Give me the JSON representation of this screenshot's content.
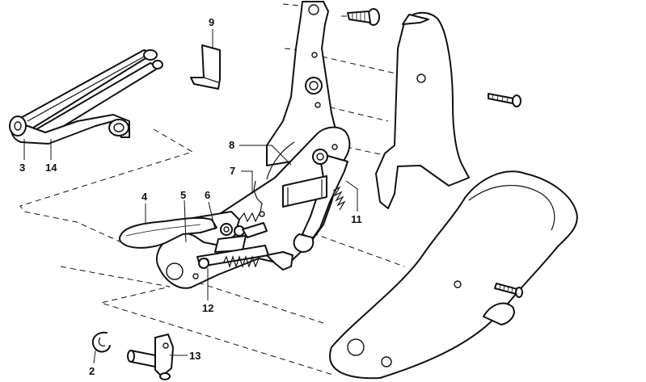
{
  "callouts": [
    {
      "id": "2",
      "label": "2"
    },
    {
      "id": "3",
      "label": "3"
    },
    {
      "id": "4",
      "label": "4"
    },
    {
      "id": "5",
      "label": "5"
    },
    {
      "id": "6",
      "label": "6"
    },
    {
      "id": "7",
      "label": "7"
    },
    {
      "id": "8",
      "label": "8"
    },
    {
      "id": "9",
      "label": "9"
    },
    {
      "id": "11",
      "label": "11"
    },
    {
      "id": "12",
      "label": "12"
    },
    {
      "id": "13",
      "label": "13"
    },
    {
      "id": "14",
      "label": "14"
    }
  ],
  "colors": {
    "ink": "#111111",
    "paper": "#ffffff"
  }
}
